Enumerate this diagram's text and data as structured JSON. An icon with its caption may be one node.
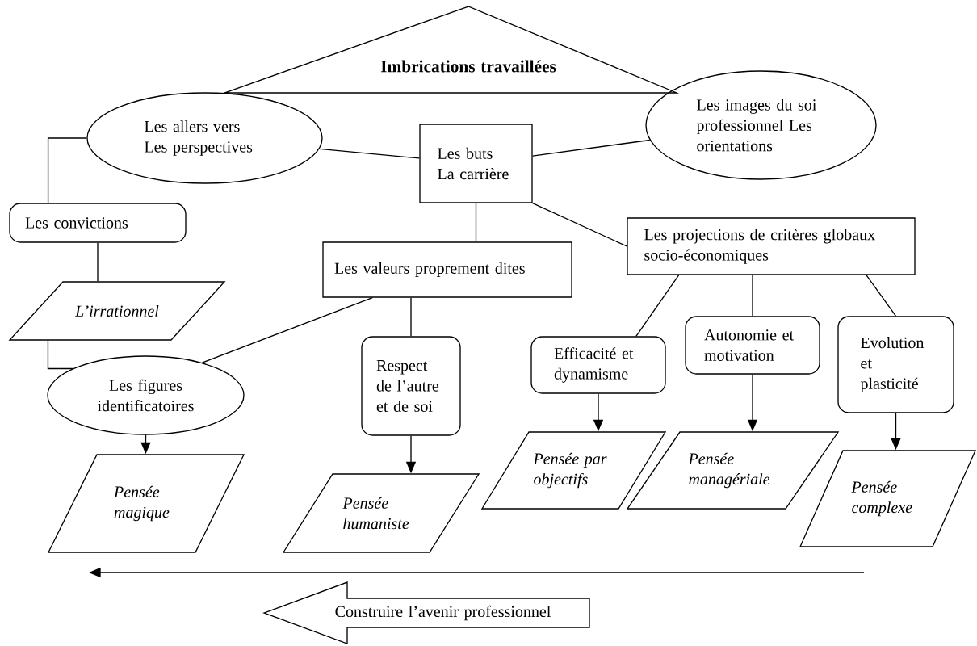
{
  "diagram": {
    "nodes": [
      {
        "text": [
          "Imbrications travaillées"
        ]
      },
      {
        "text": [
          "Les allers vers Les perspectives"
        ]
      },
      {
        "text": [
          "Les buts La carrière"
        ]
      },
      {
        "text": [
          "Les images du soi professionnel Les orientations"
        ]
      },
      {
        "text": [
          "Les convictions"
        ]
      },
      {
        "text": [
          "Les valeurs proprement dites"
        ]
      },
      {
        "text": [
          "Les projections de critères globaux socio-économiques"
        ]
      },
      {
        "text": [
          "L’irrationnel"
        ]
      },
      {
        "text": [
          "Les figures identificatoires"
        ]
      },
      {
        "text": [
          "Respect de l’autre et de soi"
        ]
      },
      {
        "text": [
          "Efficacité et dynamisme"
        ]
      },
      {
        "text": [
          "Autonomie et motivation"
        ]
      },
      {
        "text": [
          "Evolution et plasticité"
        ]
      },
      {
        "text": [
          "Pensée magique"
        ]
      },
      {
        "text": [
          "Pensée humaniste"
        ]
      },
      {
        "text": [
          "Pensée par objectifs"
        ]
      },
      {
        "text": [
          "Pensée managériale"
        ]
      },
      {
        "text": [
          "Pensée complexe"
        ]
      },
      {
        "text": [
          "Construire l’avenir professionnel"
        ]
      }
    ],
    "edges": [
      {
        "from": 1,
        "to": 2,
        "arrow": "none"
      },
      {
        "from": 2,
        "to": 3,
        "arrow": "none"
      },
      {
        "from": 1,
        "to": 4,
        "arrow": "none"
      },
      {
        "from": 4,
        "to": 7,
        "arrow": "none"
      },
      {
        "from": 7,
        "to": 8,
        "arrow": "none"
      },
      {
        "from": 2,
        "to": 5,
        "arrow": "none"
      },
      {
        "from": 2,
        "to": 6,
        "arrow": "none"
      },
      {
        "from": 5,
        "to": 8,
        "arrow": "none"
      },
      {
        "from": 5,
        "to": 9,
        "arrow": "none"
      },
      {
        "from": 6,
        "to": 10,
        "arrow": "none"
      },
      {
        "from": 6,
        "to": 11,
        "arrow": "none"
      },
      {
        "from": 6,
        "to": 12,
        "arrow": "none"
      },
      {
        "from": 8,
        "to": 13,
        "arrow": "to"
      },
      {
        "from": 9,
        "to": 14,
        "arrow": "to"
      },
      {
        "from": 10,
        "to": 15,
        "arrow": "to"
      },
      {
        "from": 11,
        "to": 16,
        "arrow": "to"
      },
      {
        "from": 12,
        "to": 17,
        "arrow": "to"
      }
    ]
  }
}
